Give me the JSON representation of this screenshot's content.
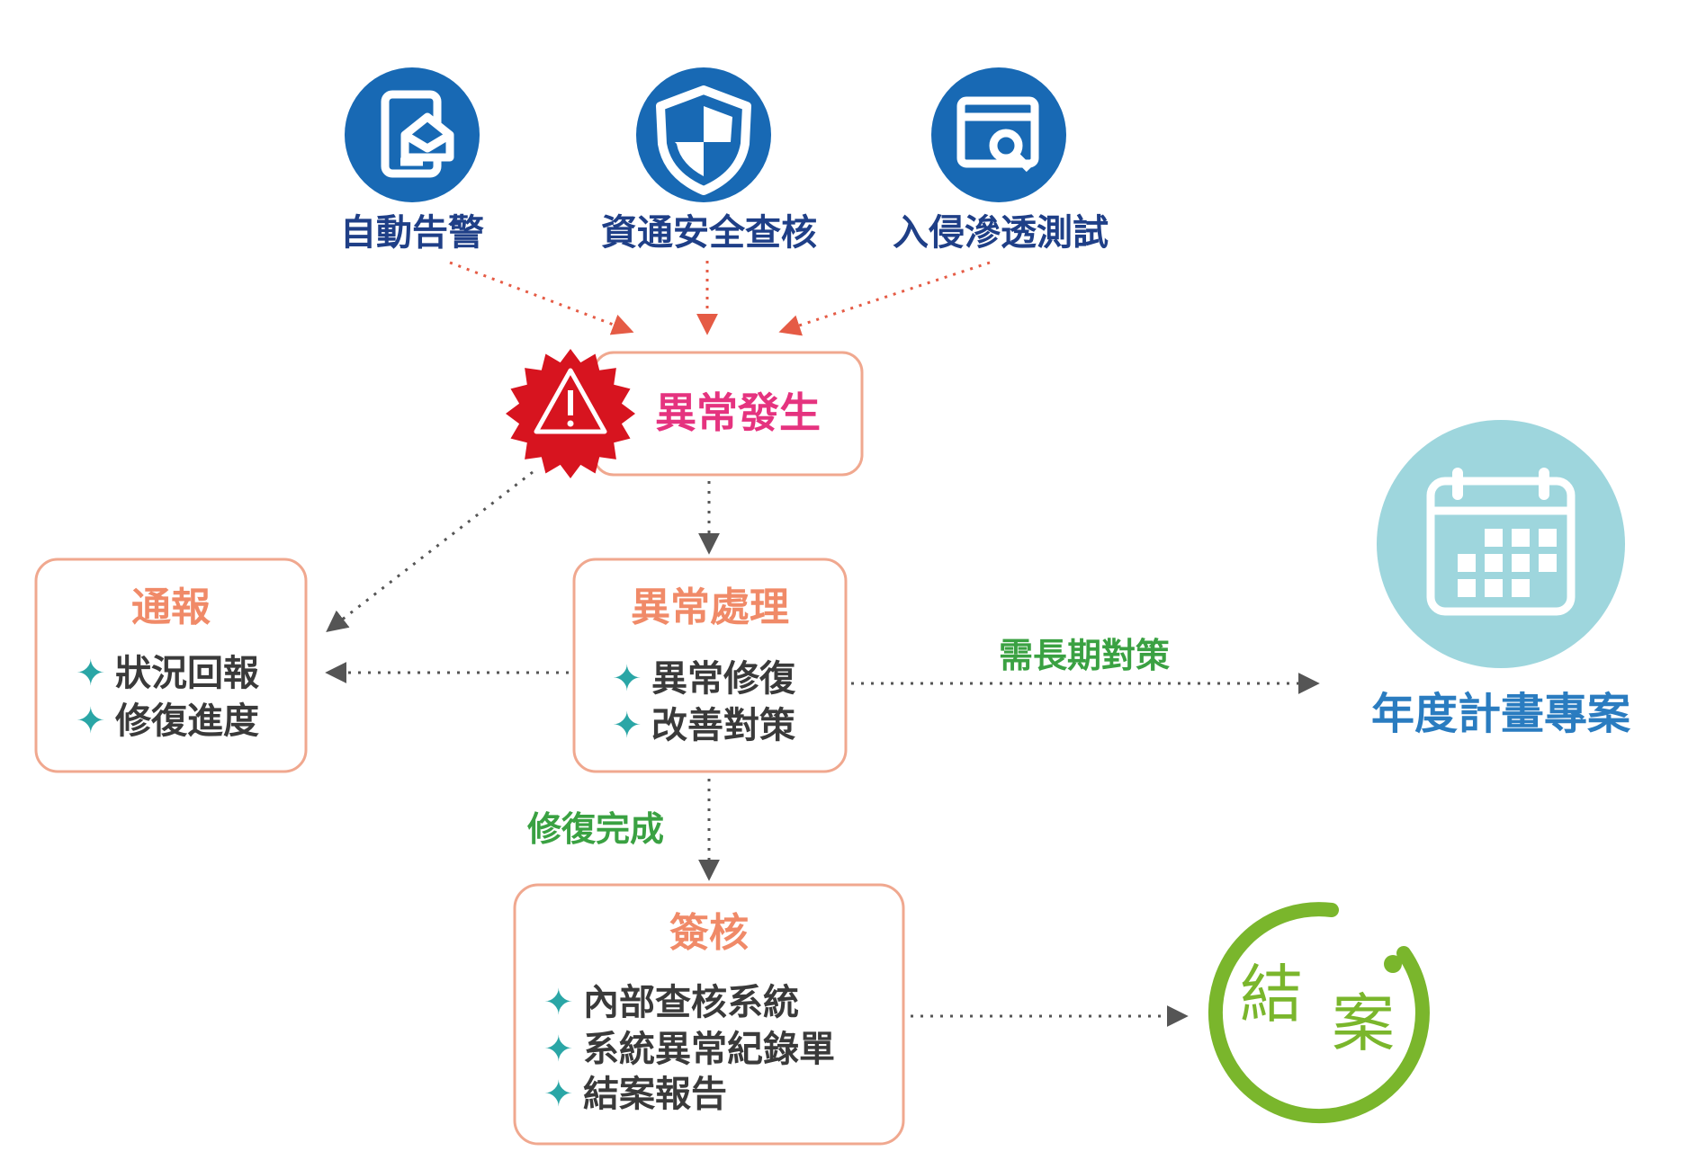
{
  "sources": [
    {
      "label": "自動告警",
      "icon": "tablet-envelope-icon"
    },
    {
      "label": "資通安全查核",
      "icon": "shield-icon"
    },
    {
      "label": "入侵滲透測試",
      "icon": "browser-search-icon"
    }
  ],
  "anomaly": {
    "title": "異常發生",
    "icon": "warning-icon"
  },
  "report": {
    "title": "通報",
    "items": [
      "狀況回報",
      "修復進度"
    ]
  },
  "handling": {
    "title": "異常處理",
    "items": [
      "異常修復",
      "改善對策"
    ]
  },
  "review": {
    "title": "簽核",
    "items": [
      "內部查核系統",
      "系統異常紀錄單",
      "結案報告"
    ]
  },
  "long_term_label": "需長期對策",
  "annual_project": {
    "label": "年度計畫專案",
    "icon": "calendar-icon"
  },
  "repair_done_label": "修復完成",
  "close": {
    "label_1": "結",
    "label_2": "案"
  },
  "colors": {
    "source_blue": "#1869b4",
    "box_border": "#f0a88f",
    "box_title": "#f08a68",
    "alert_red": "#d7141f",
    "alert_title": "#e5337f",
    "bullet": "#2aa6a6",
    "green_label": "#3aa142",
    "calendar_teal": "#9ed6dd",
    "annual_text": "#2a7cc0",
    "close_green": "#7ab62c"
  }
}
